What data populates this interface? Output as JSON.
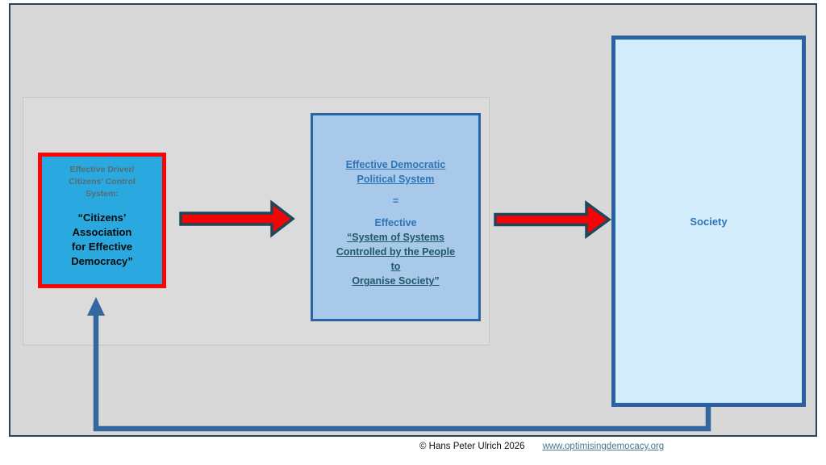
{
  "diagram": {
    "left_box": {
      "heading_lines": [
        "Effective Driver/",
        "Citizens’ Control",
        "System:"
      ],
      "body_lines": [
        "“Citizens’",
        "Association",
        "for Effective",
        "Democracy”"
      ]
    },
    "middle_box": {
      "title_lines": [
        "Effective Democratic",
        "Political System"
      ],
      "equals": "=",
      "subtitle": "Effective",
      "quote_lines": [
        "“System of Systems",
        "Controlled by the People",
        "to",
        "Organise Society”"
      ]
    },
    "society_box": {
      "label": "Society"
    },
    "colors": {
      "slide_background": "#FFFFFF",
      "frame_fill": "#D8D8D8",
      "frame_border": "#2B4552",
      "left_box_fill": "#29A9E0",
      "left_box_border": "#FB0505",
      "left_box_heading_text": "#5A6A72",
      "left_box_body_text": "#0A0A0A",
      "middle_box_fill": "#A9C9EB",
      "middle_box_border": "#2765A6",
      "middle_title_text": "#2E75B6",
      "middle_quote_text": "#215868",
      "society_fill": "#D3EDFC",
      "society_border": "#2A61A0",
      "society_text": "#2E75B6",
      "red_arrow_fill": "#F40404",
      "red_arrow_outline": "#1E4757",
      "feedback_arrow": "#33679E"
    }
  },
  "footer": {
    "copyright": "© Hans Peter Ulrich 2026",
    "link": "www.optimisingdemocacy.org"
  }
}
